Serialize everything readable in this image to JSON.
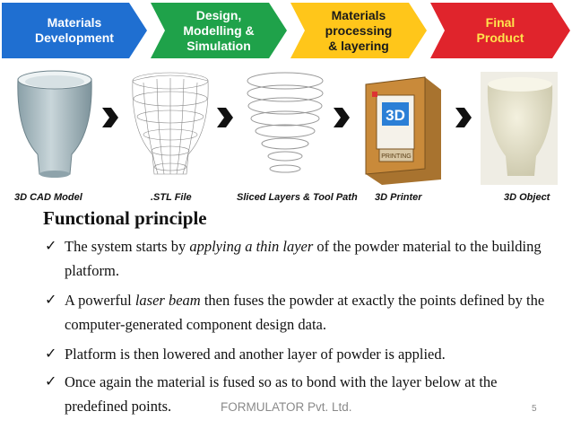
{
  "process_steps": [
    {
      "label": "Materials\nDevelopment"
    },
    {
      "label": "Design,\nModelling &\nSimulation"
    },
    {
      "label": "Materials\nprocessing\n& layering"
    },
    {
      "label": "Final\nProduct"
    }
  ],
  "stages": [
    {
      "caption": "3D CAD Model",
      "icon": "vase-model-icon"
    },
    {
      "caption": ".STL File",
      "icon": "wireframe-vase-icon"
    },
    {
      "caption": "Sliced Layers & Tool Path",
      "icon": "sliced-layers-icon"
    },
    {
      "caption": "3D Printer",
      "icon": "printer-icon",
      "printer_badge": "3D",
      "printer_panel": "PRINTING"
    },
    {
      "caption": "3D Object",
      "icon": "printed-object-icon"
    }
  ],
  "heading": "Functional principle",
  "bullets": [
    {
      "pre": "The system starts by ",
      "em": "applying a thin layer",
      "post": " of the powder material to the building platform."
    },
    {
      "pre": "A powerful ",
      "em": "laser beam",
      "post": " then fuses the powder at exactly the points defined by the computer-generated component design data."
    },
    {
      "pre": "Platform is then lowered and another layer of powder is applied.",
      "em": "",
      "post": ""
    },
    {
      "pre": "Once again the material is fused so as to bond with the layer below at the predefined points.",
      "em": "",
      "post": ""
    }
  ],
  "check_symbol": "✓",
  "footer": "FORMULATOR Pvt. Ltd.",
  "page_number": "5",
  "colors": {
    "step1": "#1f6fd1",
    "step2": "#1fa24a",
    "step3": "#ffc61a",
    "step4": "#e0242c",
    "step4_text": "#ffe34d"
  }
}
